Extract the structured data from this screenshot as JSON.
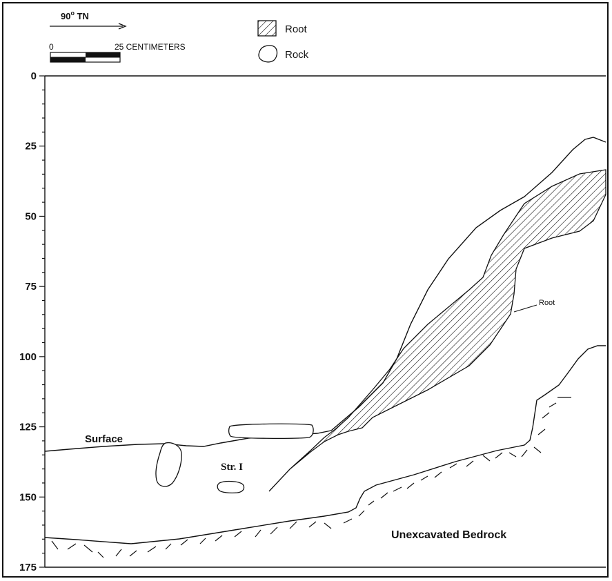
{
  "north_arrow": {
    "label_base": "90",
    "label_sup": "o",
    "label_tail": " TN"
  },
  "scale_bar": {
    "start_label": "0",
    "end_label": "25 CENTIMETERS"
  },
  "legend": {
    "items": [
      {
        "label": "Root",
        "icon": "hatched-square-icon"
      },
      {
        "label": "Rock",
        "icon": "rock-outline-icon"
      }
    ]
  },
  "depth_axis": {
    "ticks": [
      "0",
      "25",
      "50",
      "75",
      "100",
      "125",
      "150",
      "175"
    ],
    "values": [
      0,
      25,
      50,
      75,
      100,
      125,
      150,
      175
    ],
    "range": [
      0,
      175
    ],
    "minor_step": 5
  },
  "labels": {
    "surface": "Surface",
    "feature": "Str. I",
    "root_callout": "Root",
    "bedrock": "Unexcavated Bedrock"
  }
}
